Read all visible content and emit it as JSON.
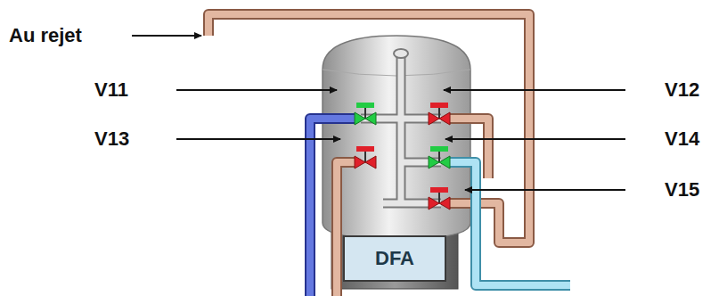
{
  "diagram": {
    "nodes": [
      {
        "text": [
          "DFA"
        ]
      }
    ],
    "labels": [
      "Au rejet",
      "V11",
      "V12",
      "V13",
      "V14",
      "V15"
    ]
  }
}
